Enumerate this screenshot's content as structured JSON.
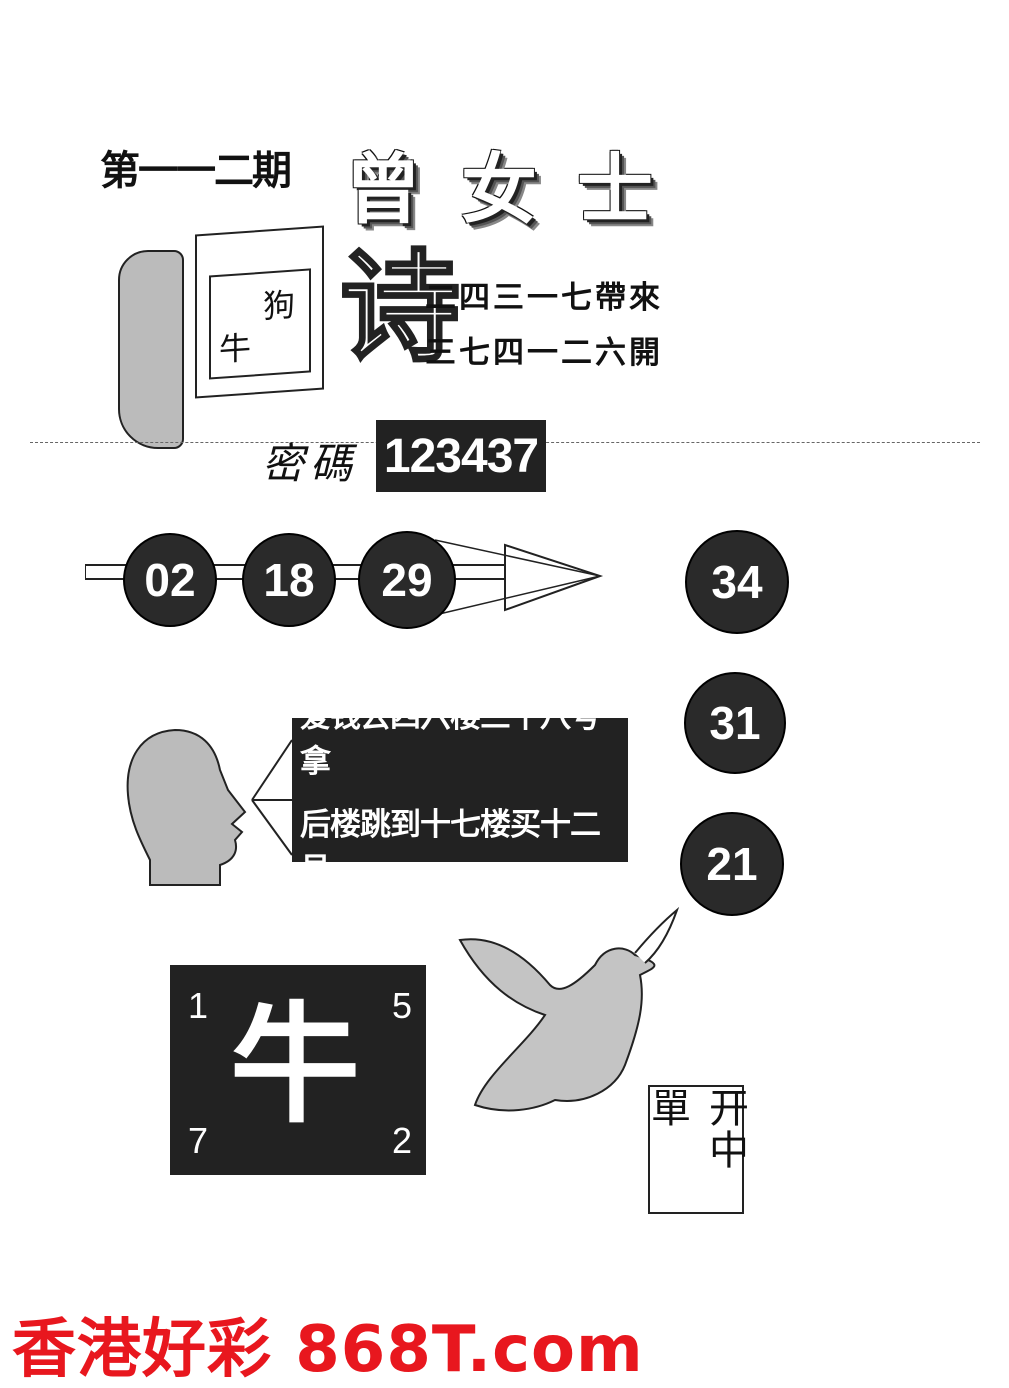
{
  "header": {
    "issue": "第一一二期",
    "name": "曾女士"
  },
  "poem": {
    "card_chars": [
      "牛",
      "狗"
    ],
    "title_char": "诗",
    "lines": [
      "二四三一七帶來",
      "三七四一二六開"
    ]
  },
  "password": {
    "label": "密碼",
    "value": "123437"
  },
  "numbers": {
    "row": [
      "02",
      "18",
      "29"
    ],
    "column": [
      "34",
      "31",
      "21"
    ]
  },
  "message": {
    "lines": [
      "爱钱去四六楼三十八号拿",
      "后楼跳到十七楼买十二号"
    ]
  },
  "zodiac": {
    "char": "牛",
    "numbers": [
      "1",
      "5",
      "7",
      "2"
    ]
  },
  "open_box": {
    "text": "开中單"
  },
  "footer": {
    "text": "香港好彩 868T.com",
    "color": "#e8171e"
  }
}
